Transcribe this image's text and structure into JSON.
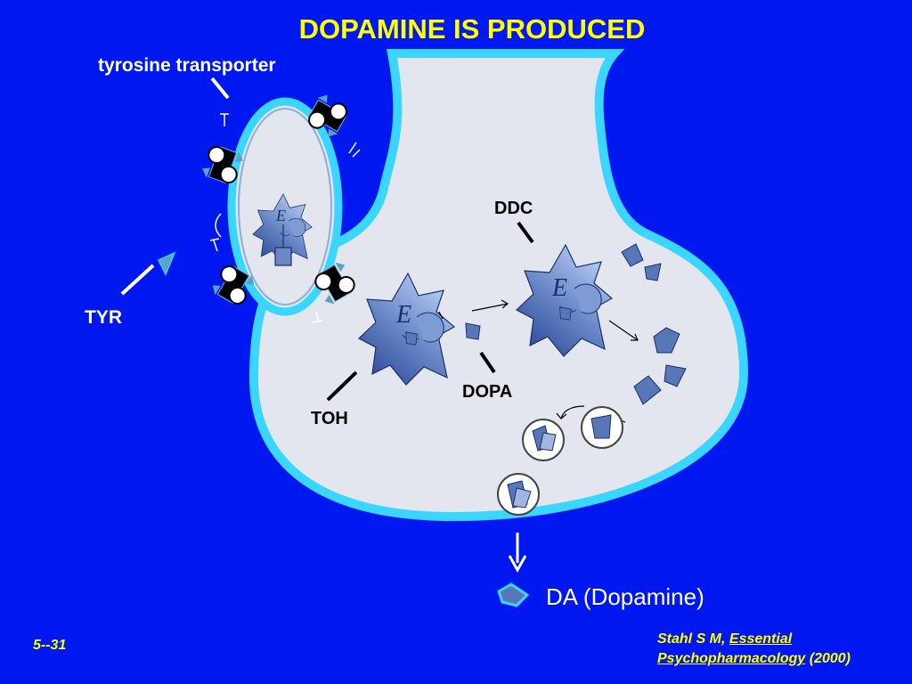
{
  "title": "DOPAMINE IS PRODUCED",
  "labels": {
    "tyrosine_transporter": "tyrosine transporter",
    "tyr": "TYR",
    "toh": "TOH",
    "dopa": "DOPA",
    "ddc": "DDC",
    "da": "DA (Dopamine)",
    "enzyme_letter": "E"
  },
  "slide_number": "5--31",
  "citation": {
    "author": "Stahl S M,",
    "book_line1": "Essential",
    "book_line2": "Psychopharmacology",
    "year": "(2000)"
  },
  "colors": {
    "background": "#0018f0",
    "title": "#ffff00",
    "terminal_fill": "#e3e6ee",
    "terminal_outline": "#3ad6ff",
    "enzyme_dark": "#1f3f8c",
    "enzyme_light": "#a9c2ef",
    "molecule": "#5877b8"
  }
}
